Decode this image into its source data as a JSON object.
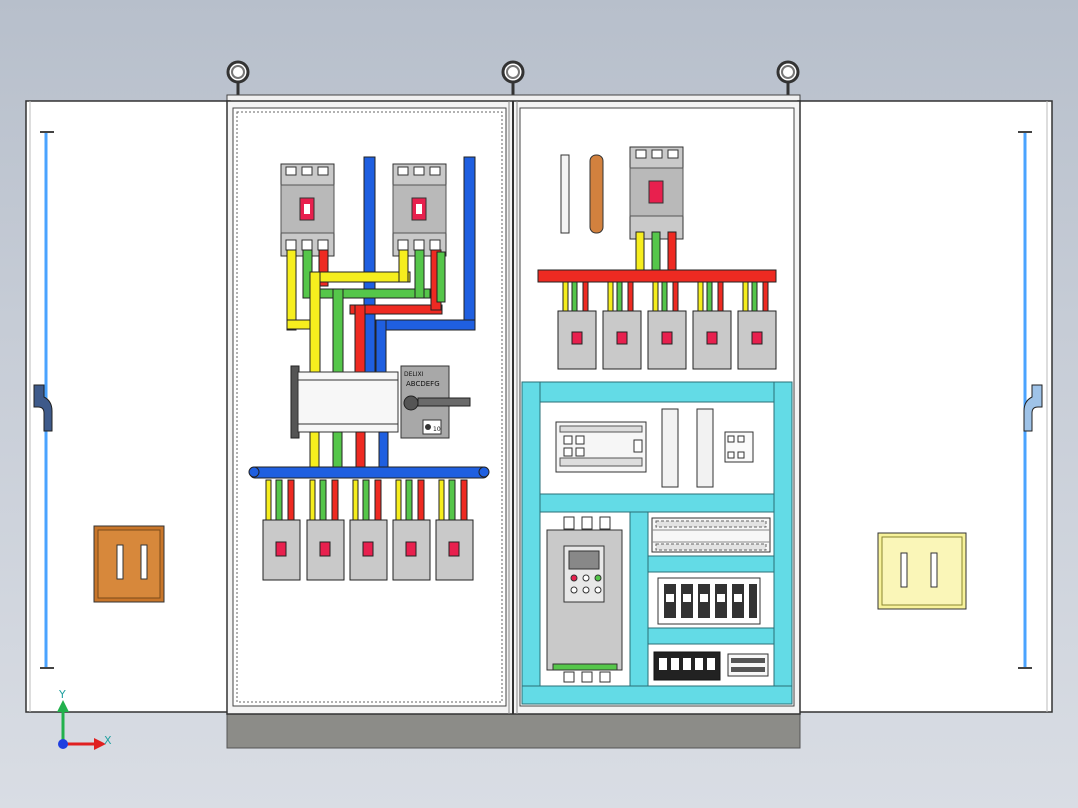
{
  "colors": {
    "background": "#c3c9d3",
    "door": "#ffffff",
    "cabinet_frame": "#f2f2f2",
    "plinth": "#8c8c88",
    "busbar_blue": "#1f5fe0",
    "busbar_red": "#ee2a22",
    "busbar_yellow": "#f6ee1e",
    "busbar_green": "#55c64a",
    "mounting_rail": "#63dbe6",
    "breaker_body": "#c9c9c9",
    "breaker_handle": "#e8204e",
    "copper_bar": "#d2813e",
    "left_handle": "#c9762a",
    "right_handle": "#f7f29a",
    "door_rod": "#4aa3ff"
  },
  "isolator_switch": {
    "brand": "DELIXI",
    "marking": "ABCDEFG",
    "dial": "10"
  },
  "triad": {
    "x_label": "X",
    "y_label": "Y"
  },
  "icons": {
    "lifting_eye": "lifting-eye-icon",
    "door_handle": "door-handle-icon",
    "coordinate_triad": "axis-triad-icon"
  }
}
